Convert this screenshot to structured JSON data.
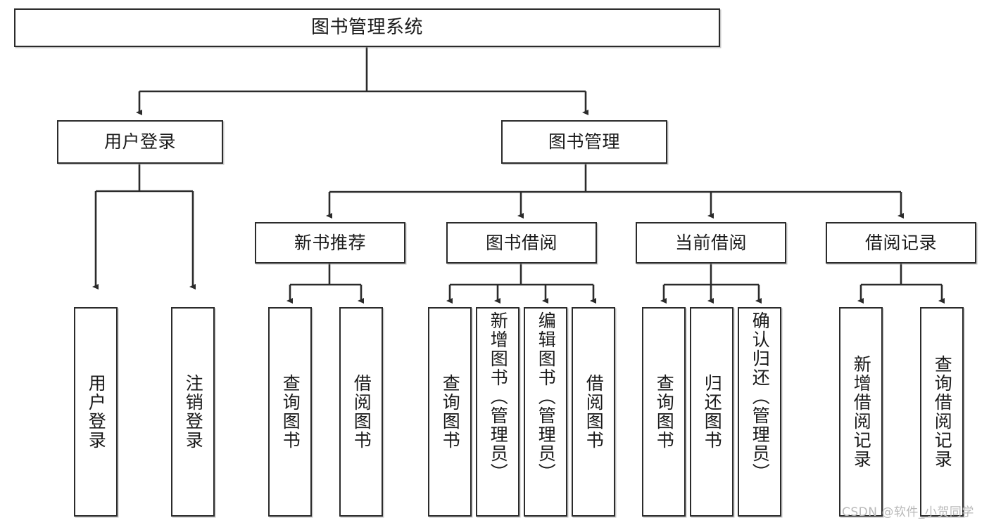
{
  "diagram": {
    "title": "图书管理系统",
    "type": "hierarchy-tree",
    "root": {
      "id": "root",
      "label": "图书管理系统",
      "orientation": "horizontal"
    },
    "level1": [
      {
        "id": "user-login",
        "label": "用户登录",
        "orientation": "horizontal"
      },
      {
        "id": "book-management",
        "label": "图书管理",
        "orientation": "horizontal"
      }
    ],
    "level2": [
      {
        "id": "new-book-recommend",
        "label": "新书推荐",
        "parent": "book-management",
        "orientation": "horizontal"
      },
      {
        "id": "book-borrow",
        "label": "图书借阅",
        "parent": "book-management",
        "orientation": "horizontal"
      },
      {
        "id": "current-borrow",
        "label": "当前借阅",
        "parent": "book-management",
        "orientation": "horizontal"
      },
      {
        "id": "borrow-record",
        "label": "借阅记录",
        "parent": "book-management",
        "orientation": "horizontal"
      }
    ],
    "leaves": [
      {
        "id": "leaf-user-login",
        "label": "用户登录",
        "parent": "user-login",
        "orientation": "vertical"
      },
      {
        "id": "leaf-user-logout",
        "label": "注销登录",
        "parent": "user-login",
        "orientation": "vertical"
      },
      {
        "id": "leaf-query-book-1",
        "label": "查询图书",
        "parent": "new-book-recommend",
        "orientation": "vertical"
      },
      {
        "id": "leaf-borrow-book-1",
        "label": "借阅图书",
        "parent": "new-book-recommend",
        "orientation": "vertical"
      },
      {
        "id": "leaf-query-book-2",
        "label": "查询图书",
        "parent": "book-borrow",
        "orientation": "vertical"
      },
      {
        "id": "leaf-add-book",
        "label": "新增图书（管理员）",
        "parent": "book-borrow",
        "orientation": "vertical"
      },
      {
        "id": "leaf-edit-book",
        "label": "编辑图书（管理员）",
        "parent": "book-borrow",
        "orientation": "vertical"
      },
      {
        "id": "leaf-borrow-book-2",
        "label": "借阅图书",
        "parent": "book-borrow",
        "orientation": "vertical"
      },
      {
        "id": "leaf-query-book-3",
        "label": "查询图书",
        "parent": "current-borrow",
        "orientation": "vertical"
      },
      {
        "id": "leaf-return-book",
        "label": "归还图书",
        "parent": "current-borrow",
        "orientation": "vertical"
      },
      {
        "id": "leaf-confirm-return",
        "label": "确认归还（管理员）",
        "parent": "current-borrow",
        "orientation": "vertical"
      },
      {
        "id": "leaf-add-record",
        "label": "新增借阅记录",
        "parent": "borrow-record",
        "orientation": "vertical"
      },
      {
        "id": "leaf-query-record",
        "label": "查询借阅记录",
        "parent": "borrow-record",
        "orientation": "vertical"
      }
    ]
  },
  "watermark": {
    "text": "CSDN @软件_小贺同学"
  },
  "colors": {
    "box_border": "#2b2b2b",
    "box_fill": "#ffffff",
    "text": "#1a1a1a",
    "edge": "#2b2b2b",
    "watermark": "#b9b9b9",
    "background": "#ffffff"
  }
}
